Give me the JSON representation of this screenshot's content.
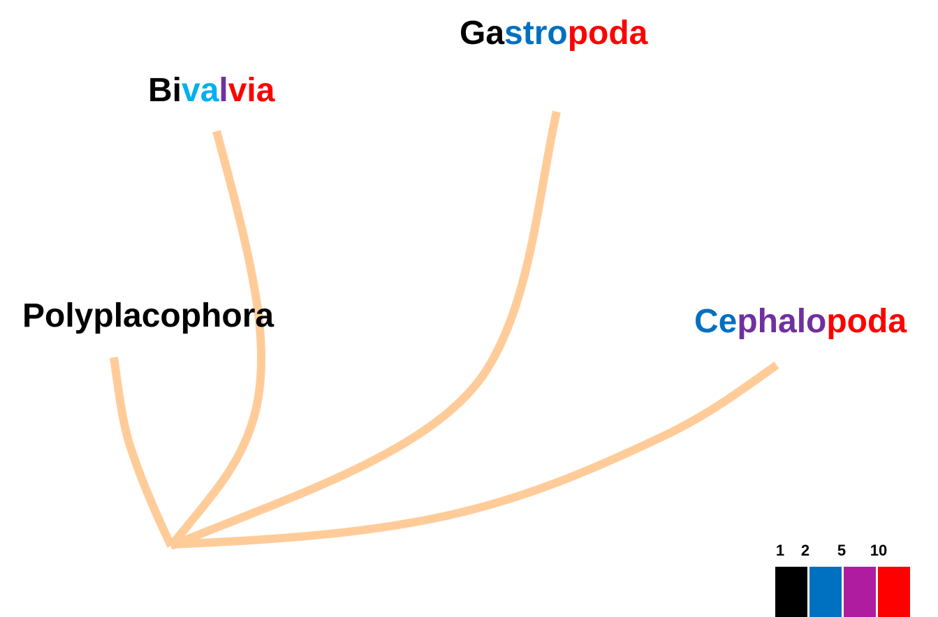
{
  "colors": {
    "branch": "#FFCC99",
    "black": "#000000",
    "blue": "#0070C0",
    "light_blue": "#00B0F0",
    "purple": "#7030A0",
    "magenta": "#B01CA0",
    "red": "#FF0000"
  },
  "taxa": {
    "gastropoda": {
      "segments": [
        {
          "text": "Ga",
          "color": "#000000"
        },
        {
          "text": "stro",
          "color": "#0070C0"
        },
        {
          "text": "poda",
          "color": "#FF0000"
        }
      ]
    },
    "bivalvia": {
      "segments": [
        {
          "text": "Bi",
          "color": "#000000"
        },
        {
          "text": "va",
          "color": "#00B0F0"
        },
        {
          "text": "l",
          "color": "#7030A0"
        },
        {
          "text": "via",
          "color": "#FF0000"
        }
      ]
    },
    "polyplacophora": {
      "segments": [
        {
          "text": "Polyplacophora",
          "color": "#000000"
        }
      ]
    },
    "cephalopoda": {
      "segments": [
        {
          "text": "Ce",
          "color": "#0070C0"
        },
        {
          "text": "phalo",
          "color": "#7030A0"
        },
        {
          "text": "poda",
          "color": "#FF0000"
        }
      ]
    }
  },
  "legend": {
    "labels": [
      "1",
      "2",
      "5",
      "10"
    ],
    "swatches": [
      {
        "name": "black",
        "color": "#000000"
      },
      {
        "name": "blue",
        "color": "#0070C0"
      },
      {
        "name": "magenta",
        "color": "#B01CA0"
      },
      {
        "name": "red",
        "color": "#FF0000"
      }
    ]
  }
}
